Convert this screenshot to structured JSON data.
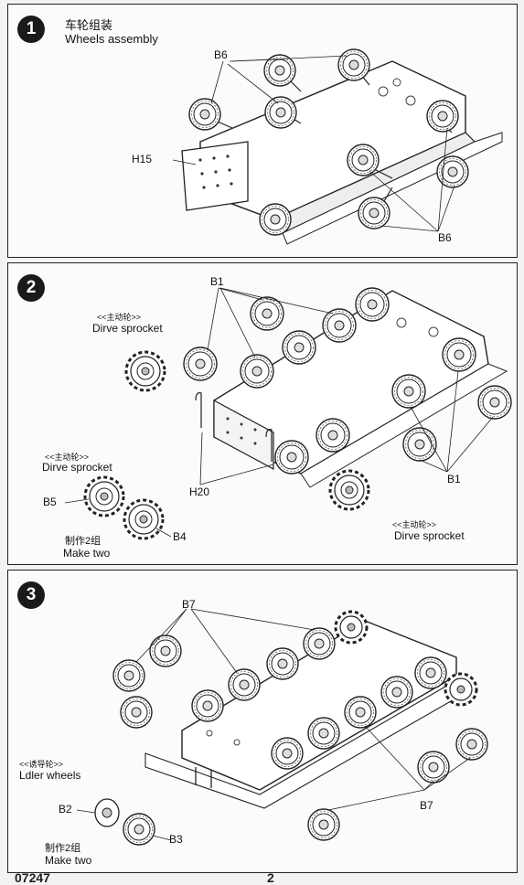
{
  "steps": [
    {
      "number": "1",
      "title_cn": "车轮组装",
      "title_en": "Wheels assembly",
      "labels": {
        "b6_top": "B6",
        "h15": "H15",
        "b6_bottom": "B6"
      }
    },
    {
      "number": "2",
      "labels": {
        "b1_top": "B1",
        "sprocket_cn_1": "<<主动轮>>",
        "sprocket_en_1": "Dirve sprocket",
        "sprocket_cn_2": "<<主动轮>>",
        "sprocket_en_2": "Dirve sprocket",
        "b5": "B5",
        "b4": "B4",
        "make_cn": "制作2组",
        "make_en": "Make two",
        "h20": "H20",
        "b1_bottom": "B1",
        "sprocket_cn_3": "<<主动轮>>",
        "sprocket_en_3": "Dirve sprocket"
      }
    },
    {
      "number": "3",
      "labels": {
        "b7_top": "B7",
        "idler_cn": "<<诱导轮>>",
        "idler_en": "Ldler wheels",
        "b2": "B2",
        "b3": "B3",
        "make_cn": "制作2组",
        "make_en": "Make two",
        "b7_bottom": "B7"
      }
    }
  ],
  "footer": {
    "code": "07247",
    "page": "2"
  }
}
